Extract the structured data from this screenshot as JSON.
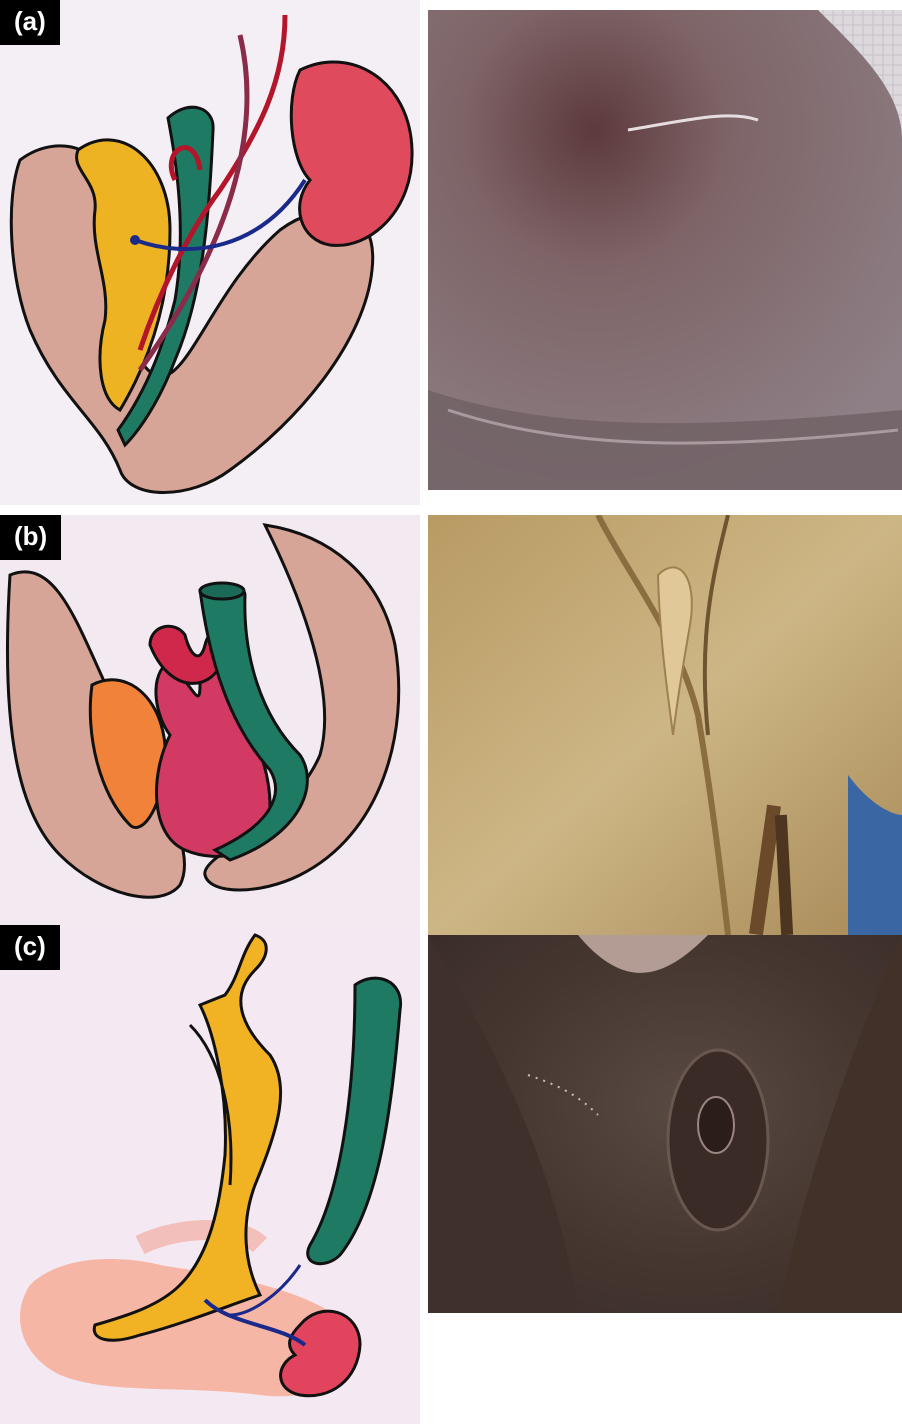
{
  "figure": {
    "panels": [
      {
        "label": "(a)",
        "drawing": "pelvic-anatomy-illustration-a",
        "photo": "clinical-photo-a"
      },
      {
        "label": "(b)",
        "drawing": "pelvic-anatomy-illustration-b",
        "photo": "clinical-photo-b"
      },
      {
        "label": "(c)",
        "drawing": "pelvic-anatomy-illustration-c",
        "photo": "clinical-photo-c"
      }
    ],
    "colors": {
      "paper": "#f3eef6",
      "skin_pink": "#d6a89a",
      "yellow": "#f1b324",
      "green": "#1f7a64",
      "red": "#e2445e",
      "blue": "#1a2a8a",
      "photo_a": "#7d6a6c",
      "photo_b": "#c4ab78",
      "photo_c": "#4a3a33"
    }
  }
}
